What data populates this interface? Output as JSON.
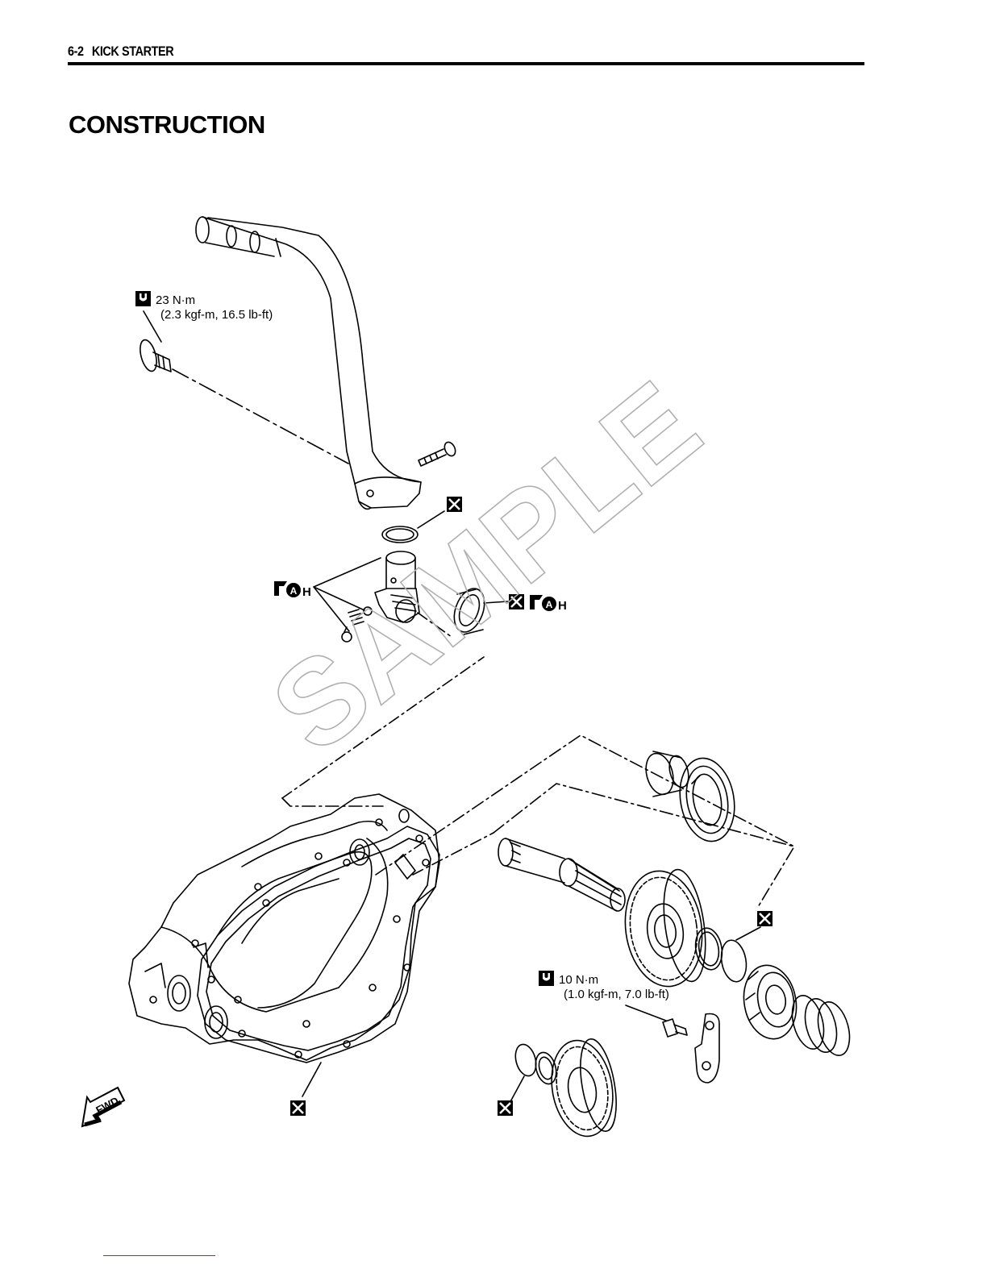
{
  "header": {
    "page_number": "6-2",
    "section": "KICK STARTER"
  },
  "title": "CONSTRUCTION",
  "torque_specs": [
    {
      "value": "23 N·m",
      "detail": "(2.3 kgf-m, 16.5 lb-ft)"
    },
    {
      "value": "10 N·m",
      "detail": "(1.0 kgf-m, 7.0 lb-ft)"
    }
  ],
  "grease_label": "A",
  "grease_suffix": "H",
  "fwd_label": "FWD",
  "watermark": "SAMPLE"
}
